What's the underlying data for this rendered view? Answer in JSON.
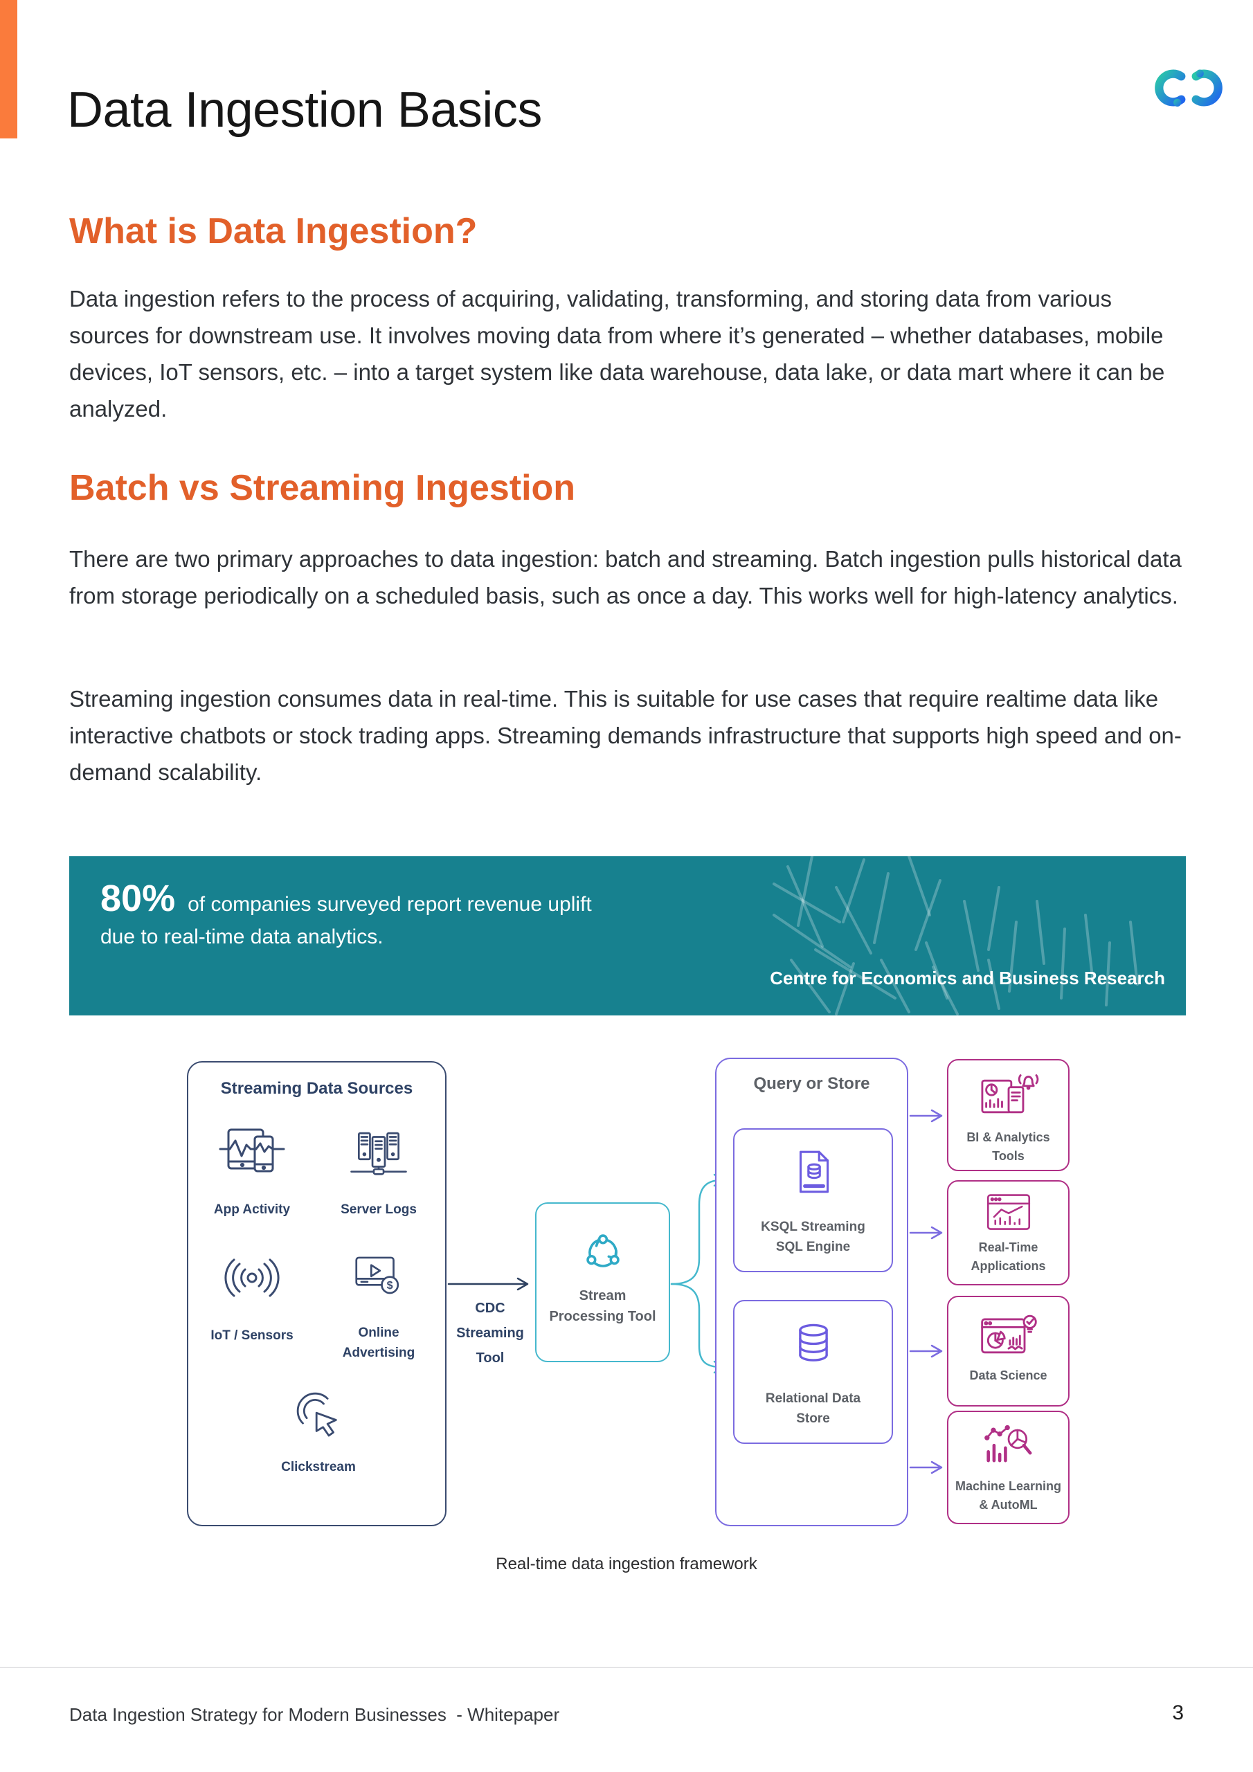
{
  "page": {
    "title": "Data Ingestion Basics",
    "caption": "Real-time data ingestion framework",
    "footer_text": "Data Ingestion Strategy for Modern Businesses  - Whitepaper",
    "page_number": "3"
  },
  "colors": {
    "accent_bar_orange": "#FA7B3C",
    "heading_orange": "#E2602A",
    "banner_teal": "#17818F",
    "diagram_navy": "#3A4B70",
    "diagram_teal": "#45B8CD",
    "diagram_purple": "#7B6BE0",
    "diagram_magenta": "#B03086",
    "label_gray": "#5C6066",
    "logo_gradient_start": "#2BC7A9",
    "logo_gradient_end": "#2066EE"
  },
  "sections": {
    "what": {
      "heading": "What is Data Ingestion?",
      "body": "Data ingestion refers to the process of acquiring, validating, transforming, and storing data from various sources for downstream use. It involves moving data from where it’s generated – whether databases, mobile devices, IoT sensors, etc. – into a target system like data warehouse, data lake, or data mart where it can be analyzed."
    },
    "batch": {
      "heading": "Batch vs Streaming Ingestion",
      "body1": "There are two primary approaches to data ingestion: batch and streaming. Batch ingestion pulls historical data from storage periodically on a scheduled basis, such as once a day. This works well for high-latency analytics.",
      "body2": "Streaming ingestion consumes data in real-time. This is suitable for use cases that require realtime data like interactive chatbots or stock trading apps. Streaming demands infrastructure that supports high speed and on-demand scalability."
    }
  },
  "banner": {
    "stat": "80%",
    "text_line1": "of companies surveyed report revenue uplift",
    "text_line2": "due to real-time data analytics.",
    "attribution": "Centre for Economics and Business Research"
  },
  "diagram": {
    "sources_panel": {
      "title": "Streaming Data Sources",
      "items": [
        {
          "label": "App Activity",
          "icon": "app-activity-icon"
        },
        {
          "label": "Server Logs",
          "icon": "server-logs-icon"
        },
        {
          "label": "IoT / Sensors",
          "icon": "iot-sensors-icon"
        },
        {
          "label": "Online Advertising",
          "icon": "online-advertising-icon"
        },
        {
          "label": "Clickstream",
          "icon": "clickstream-icon"
        }
      ]
    },
    "cdc_label": "CDC Streaming Tool",
    "processing": {
      "label": "Stream Processing Tool",
      "icon": "stream-cycle-icon"
    },
    "query_panel": {
      "title": "Query or Store",
      "items": [
        {
          "label": "KSQL Streaming SQL Engine",
          "icon": "sql-document-icon"
        },
        {
          "label": "Relational Data Store",
          "icon": "database-icon"
        }
      ]
    },
    "outputs": [
      {
        "label": "BI & Analytics Tools",
        "icon": "bi-analytics-icon"
      },
      {
        "label": "Real-Time Applications",
        "icon": "realtime-apps-icon"
      },
      {
        "label": "Data Science",
        "icon": "data-science-icon"
      },
      {
        "label": "Machine Learning & AutoML",
        "icon": "ml-automl-icon"
      }
    ]
  }
}
